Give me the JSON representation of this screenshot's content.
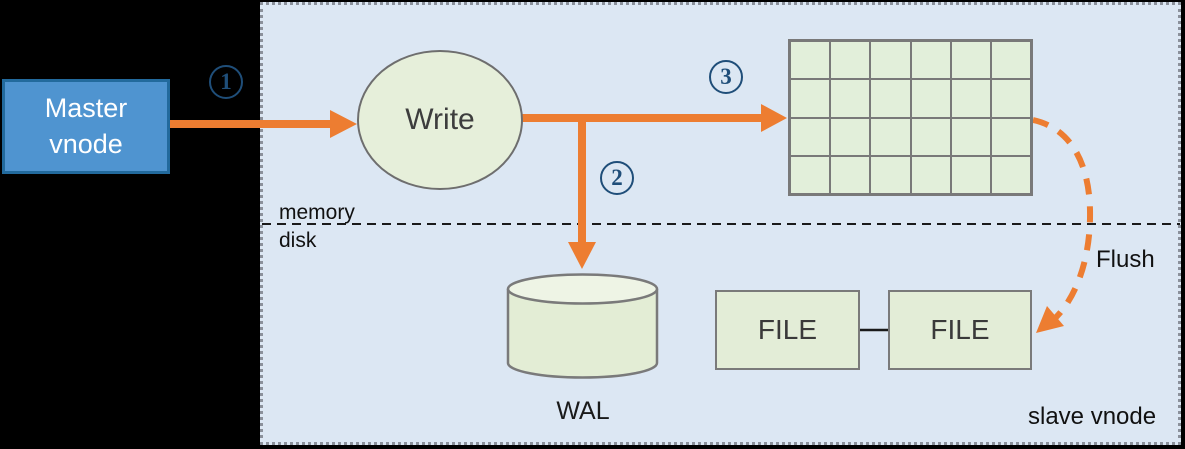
{
  "nodes": {
    "master": {
      "label": "Master vnode"
    },
    "write": {
      "label": "Write"
    },
    "wal": {
      "label": "WAL"
    }
  },
  "files": [
    {
      "label": "FILE"
    },
    {
      "label": "FILE"
    }
  ],
  "steps": [
    {
      "number": "1"
    },
    {
      "number": "2"
    },
    {
      "number": "3"
    }
  ],
  "labels": {
    "memory": "memory",
    "disk": "disk",
    "flush": "Flush",
    "slave_vnode": "slave vnode"
  },
  "grid": {
    "rows": 4,
    "cols": 6
  },
  "colors": {
    "arrow_orange": "#ed7d31",
    "region_bg": "#dce7f3",
    "node_green": "#e4eeda",
    "master_blue": "#4f94d0",
    "master_border": "#226a9d",
    "step_circle_blue": "#1f4e79",
    "shape_border_gray": "#797979"
  }
}
